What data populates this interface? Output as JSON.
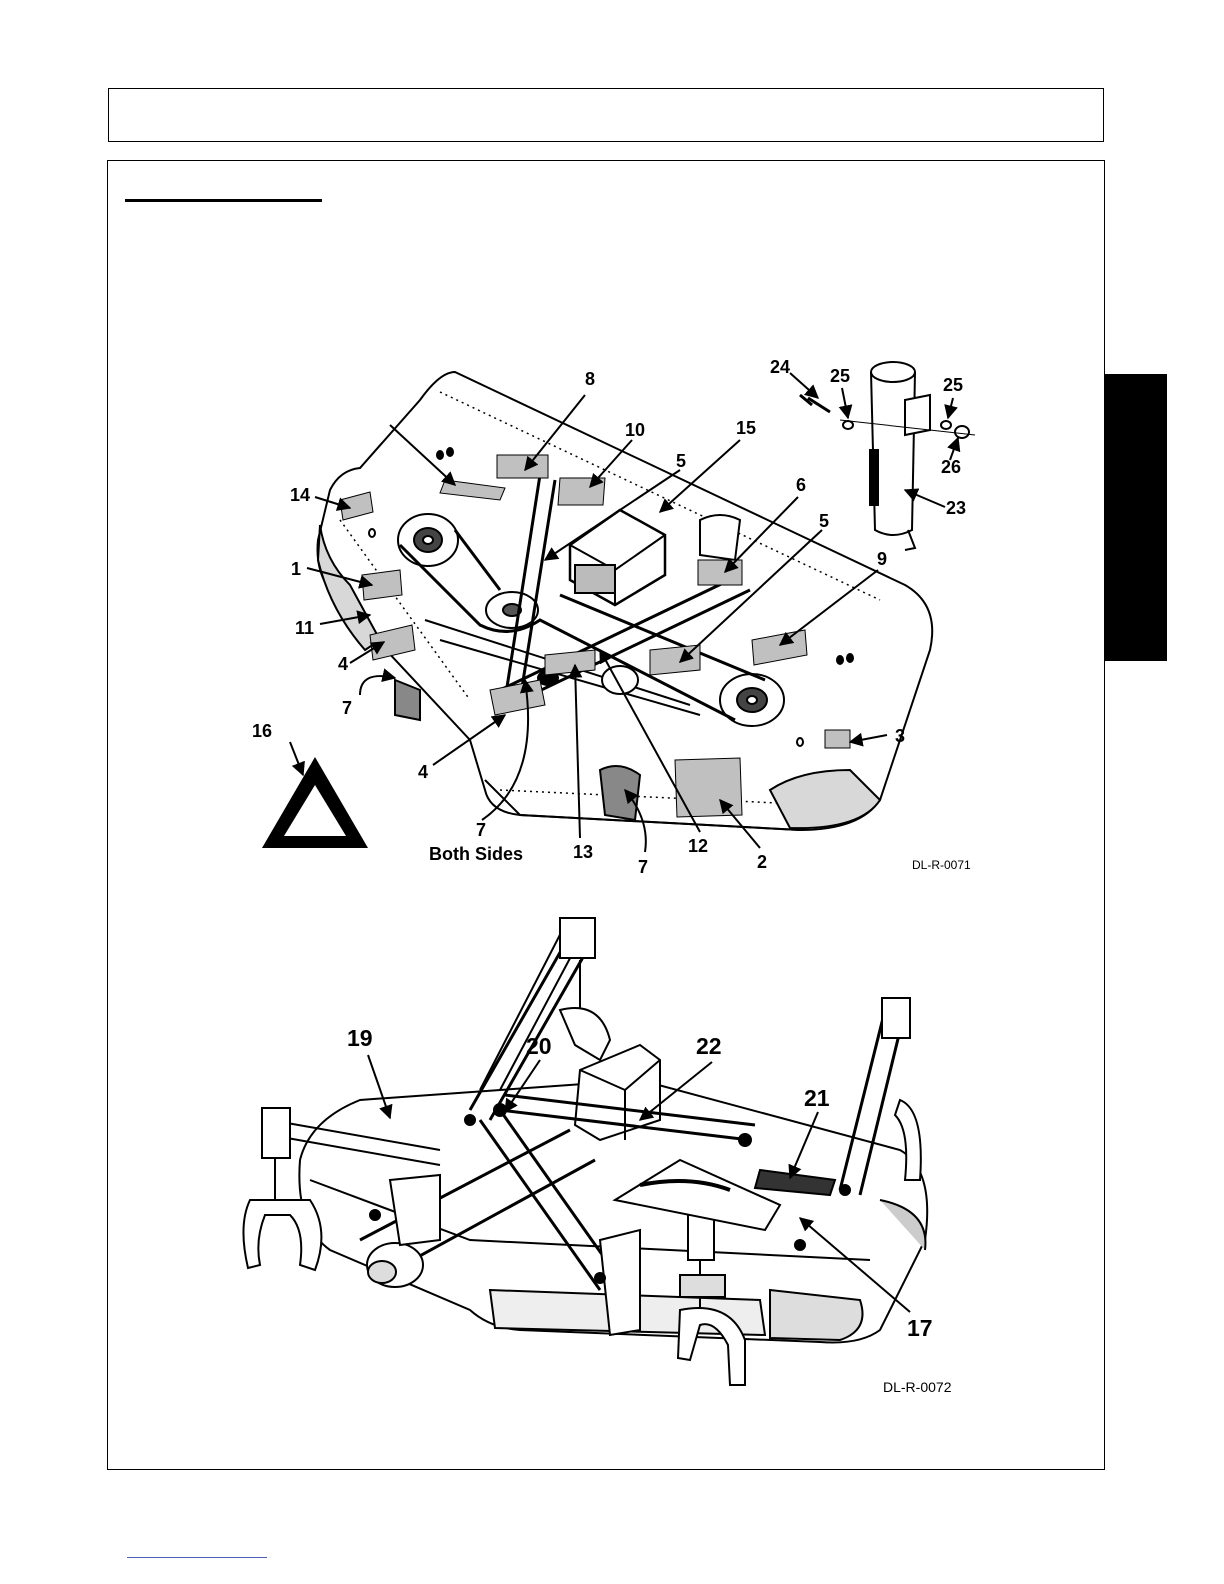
{
  "page": {
    "header_text": "",
    "section_heading": "",
    "side_tab_text": "",
    "footer_text": ""
  },
  "figure_top": {
    "id": "DL-R-0071",
    "note": "Both Sides",
    "callouts": [
      "1",
      "2",
      "3",
      "4",
      "4",
      "5",
      "5",
      "6",
      "7",
      "7",
      "7",
      "8",
      "9",
      "10",
      "11",
      "12",
      "13",
      "14",
      "15",
      "16",
      "23",
      "24",
      "25",
      "25",
      "26"
    ]
  },
  "figure_bottom": {
    "id": "DL-R-0072",
    "callouts": [
      "17",
      "19",
      "20",
      "21",
      "22"
    ]
  },
  "icons": [
    "slow-moving-vehicle-triangle-icon"
  ]
}
